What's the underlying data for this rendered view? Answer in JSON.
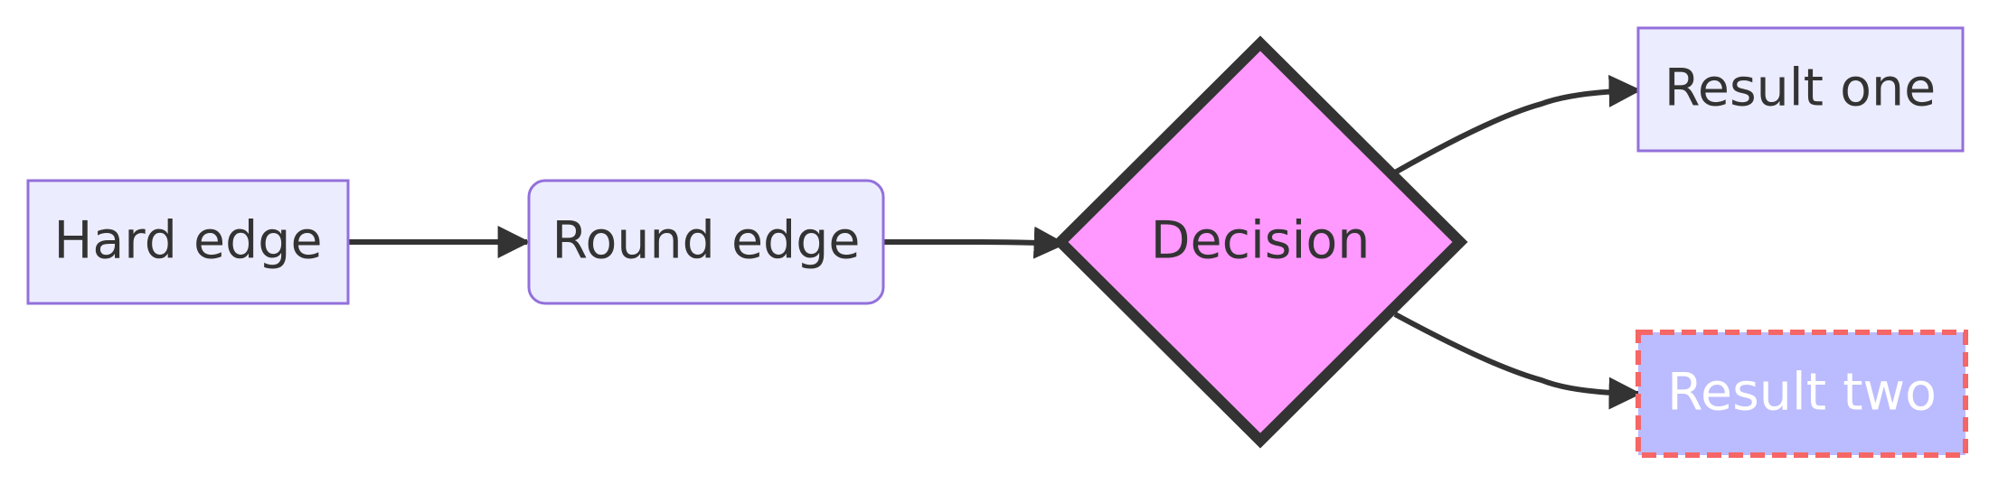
{
  "nodes": {
    "hard": {
      "label": "Hard edge"
    },
    "round": {
      "label": "Round edge"
    },
    "decision": {
      "label": "Decision"
    },
    "result_one": {
      "label": "Result one"
    },
    "result_two": {
      "label": "Result two"
    }
  },
  "colors": {
    "node_fill": "#ECECFF",
    "node_stroke": "#9370DB",
    "decision_fill": "#FF99FF",
    "decision_stroke": "#333333",
    "result_two_fill": "#BBBBFF",
    "result_two_stroke": "#F66666",
    "edge": "#333333",
    "text": "#333333"
  }
}
